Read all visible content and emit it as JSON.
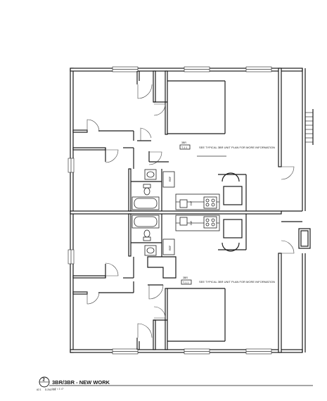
{
  "title_block": {
    "number": "2",
    "sheet_ref": "A2.1",
    "alt_ref": "D-2/A2.3.4",
    "title": "3BR/3BR - NEW WORK",
    "scale": "1/4\" = 1'-0\""
  },
  "units": {
    "upper": {
      "tag_label": "3BR",
      "tag_ref": "T-1.1",
      "note": "SEE TYPICAL 3BR UNIT PLAN FOR MORE INFORMATION"
    },
    "lower": {
      "tag_label": "3BR",
      "tag_ref": "T-1.1",
      "note": "SEE TYPICAL 3BR UNIT PLAN FOR MORE INFORMATION"
    }
  },
  "appliances": {
    "ref_label": "REF",
    "dw_label": "DW"
  }
}
